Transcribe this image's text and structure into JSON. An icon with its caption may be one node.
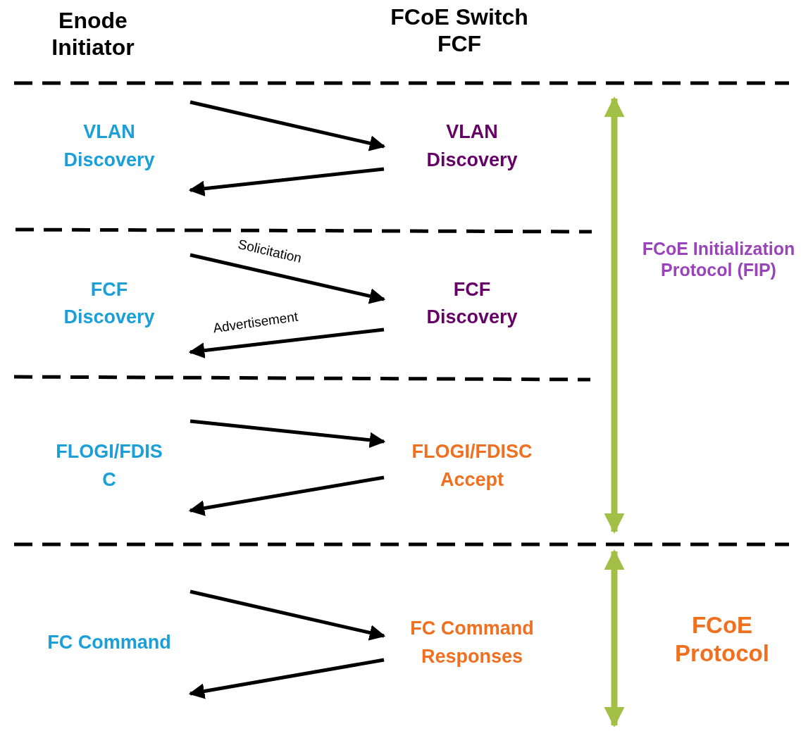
{
  "diagram": {
    "nodes": [
      {
        "text": [
          "VLAN Discovery"
        ]
      },
      {
        "text": [
          "VLAN Discovery"
        ]
      },
      {
        "text": [
          "FCF Discovery"
        ]
      },
      {
        "text": [
          "FCF Discovery"
        ]
      },
      {
        "text": [
          "FLOGI/FDIS C"
        ]
      },
      {
        "text": [
          "FLOGI/FDISC Accept"
        ]
      },
      {
        "text": [
          "FC Command"
        ]
      },
      {
        "text": [
          "FC Command Responses"
        ]
      }
    ],
    "edges": [
      {
        "from": 0,
        "to": 1,
        "arrow": "to"
      },
      {
        "from": 1,
        "to": 0,
        "arrow": "to"
      },
      {
        "from": 2,
        "to": 3,
        "label": "Solicitation",
        "arrow": "to"
      },
      {
        "from": 3,
        "to": 2,
        "label": "Advertisement",
        "arrow": "to"
      },
      {
        "from": 4,
        "to": 5,
        "arrow": "to"
      },
      {
        "from": 5,
        "to": 4,
        "arrow": "to"
      },
      {
        "from": 6,
        "to": 7,
        "arrow": "to"
      },
      {
        "from": 7,
        "to": 6,
        "arrow": "to"
      }
    ],
    "labels": [
      "Enode Initiator",
      "FCoE Switch FCF",
      "FCoE Initialization Protocol (FIP)",
      "FCoE Protocol"
    ]
  }
}
